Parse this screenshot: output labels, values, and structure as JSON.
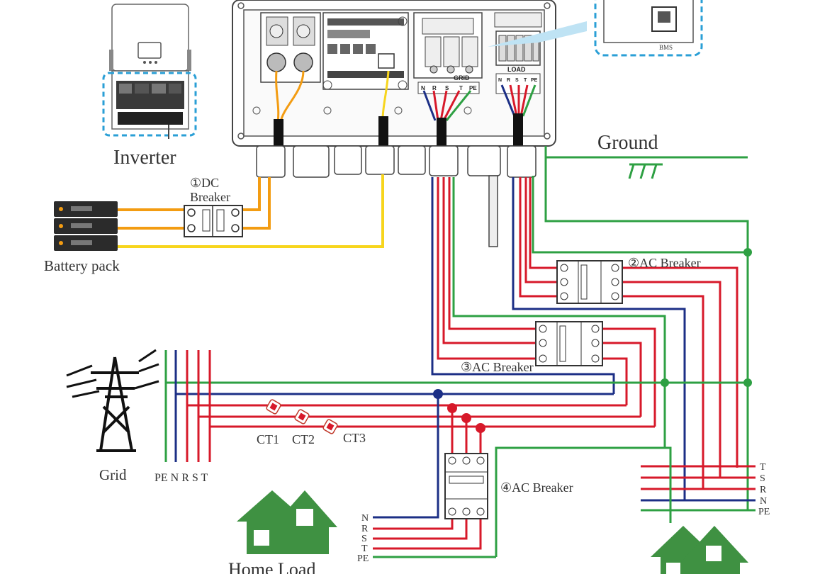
{
  "labels": {
    "inverter": "Inverter",
    "bms": "BMS",
    "grid_terminal": "GRID",
    "load_terminal": "LOAD",
    "ground": "Ground",
    "dc_breaker": "①DC\nBreaker",
    "battery_pack": "Battery pack",
    "ac_breaker_2": "②AC Breaker",
    "ac_breaker_3": "③AC Breaker",
    "ac_breaker_4": "④AC Breaker",
    "ct1": "CT1",
    "ct2": "CT2",
    "ct3": "CT3",
    "grid": "Grid",
    "grid_lines": "PE N R S T",
    "home_load": "Home Load"
  },
  "grid_terminal_pins": [
    "N",
    "R",
    "S",
    "T",
    "PE"
  ],
  "load_terminal_pins": [
    "N",
    "R",
    "S",
    "T",
    "PE"
  ],
  "right_load_lines": [
    "T",
    "S",
    "R",
    "N",
    "PE"
  ],
  "home_load_lines": [
    "N",
    "R",
    "S",
    "T",
    "PE"
  ],
  "wire_colors": {
    "phase": "#d7192a",
    "neutral": "#1c2f86",
    "earth": "#2ea043",
    "battery_pos": "#f39c12",
    "signal": "#f7d51d",
    "house": "#3f9142"
  }
}
